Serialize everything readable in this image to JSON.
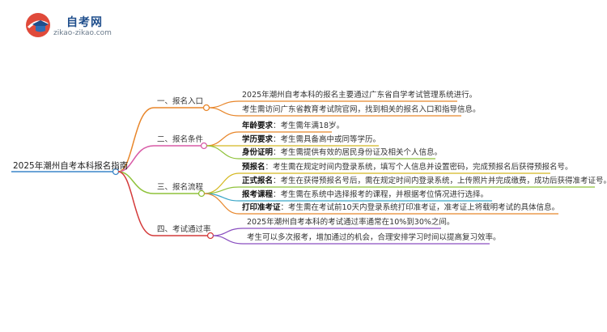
{
  "logo": {
    "title": "自考网",
    "subtitle": "zikao-zikao.com"
  },
  "root": "2025年潮州自考本科报名指南",
  "branches": [
    {
      "label": "一、报名入口",
      "color": "#e8862a",
      "leaves": [
        {
          "text": "2025年潮州自考本科的报名主要通过广东省自学考试管理系统进行。"
        },
        {
          "text": "考生需访问广东省教育考试院官网，找到相关的报名入口和指导信息。"
        }
      ]
    },
    {
      "label": "二、报名条件",
      "color": "#d85aa6",
      "leaves": [
        {
          "key": "年龄要求",
          "text": "：考生需年满18岁。"
        },
        {
          "key": "学历要求",
          "text": "：考生需具备高中或同等学历。"
        },
        {
          "key": "身份证明",
          "text": "：考生需提供有效的居民身份证及相关个人信息。"
        }
      ]
    },
    {
      "label": "三、报名流程",
      "color": "#8fc23a",
      "leaves": [
        {
          "key": "预报名",
          "text": "：考生需在规定时间内登录系统，填写个人信息并设置密码，完成预报名后获得预报名号。"
        },
        {
          "key": "正式报名",
          "text": "：考生在获得预报名号后，需在规定时间内登录系统，上传照片并完成缴费，成功后获得准考证号。"
        },
        {
          "key": "报考课程",
          "text": "：考生需在系统中选择报考的课程，并根据考位情况进行选择。"
        },
        {
          "key": "打印准考证",
          "text": "：考生需在考试前10天内登录系统打印准考证，准考证上将载明考试的具体信息。"
        }
      ]
    },
    {
      "label": "四、考试通过率",
      "color": "#d43a3a",
      "leaves": [
        {
          "text": "2025年潮州自考本科的考试通过率通常在10%到30%之间。"
        },
        {
          "text": "考生可以多次报考，增加通过的机会，合理安排学习时间以提高复习效率。"
        }
      ]
    }
  ],
  "colors": {
    "root_line": "#3a86c8",
    "leaf_lines": [
      "#e8862a",
      "#d85aa6",
      "#8fc23a",
      "#8a4fc0"
    ],
    "logo": "#1f4e8c"
  }
}
